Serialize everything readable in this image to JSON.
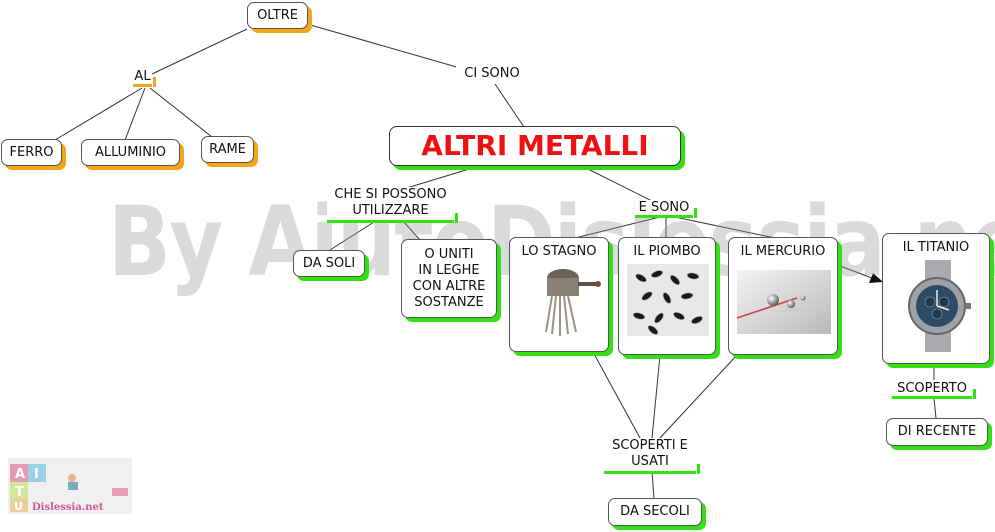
{
  "watermark": "By AiutoDislessia.net",
  "nodes": {
    "oltre": "OLTRE",
    "al": "AL",
    "ci_sono": "CI SONO",
    "ferro": "FERRO",
    "alluminio": "ALLUMINIO",
    "rame": "RAME",
    "main": "ALTRI METALLI",
    "che_si_possono_1": "CHE SI POSSONO",
    "che_si_possono_2": "UTILIZZARE",
    "e_sono": "E SONO",
    "da_soli": "DA SOLI",
    "o_uniti_1": "O UNITI",
    "o_uniti_2": "IN LEGHE",
    "o_uniti_3": "CON ALTRE",
    "o_uniti_4": "SOSTANZE",
    "lo_stagno": "LO STAGNO",
    "il_piombo": "IL PIOMBO",
    "il_mercurio": "IL MERCURIO",
    "il_titanio": "IL TITANIO",
    "scoperti_1": "SCOPERTI E",
    "scoperti_2": "USATI",
    "da_secoli": "DA SECOLI",
    "scoperto": "SCOPERTO",
    "di_recente": "DI RECENTE"
  },
  "logo": {
    "letters": [
      "A",
      "I",
      "T",
      "U"
    ],
    "text": "Dislessia.net"
  },
  "colors": {
    "orange_shadow": "#f7a41d",
    "green_shadow": "#33e012",
    "title_red": "#ee1111"
  },
  "icons": [
    "tin-grinder-image",
    "lead-pellets-image",
    "mercury-drops-image",
    "titanium-watch-image"
  ]
}
